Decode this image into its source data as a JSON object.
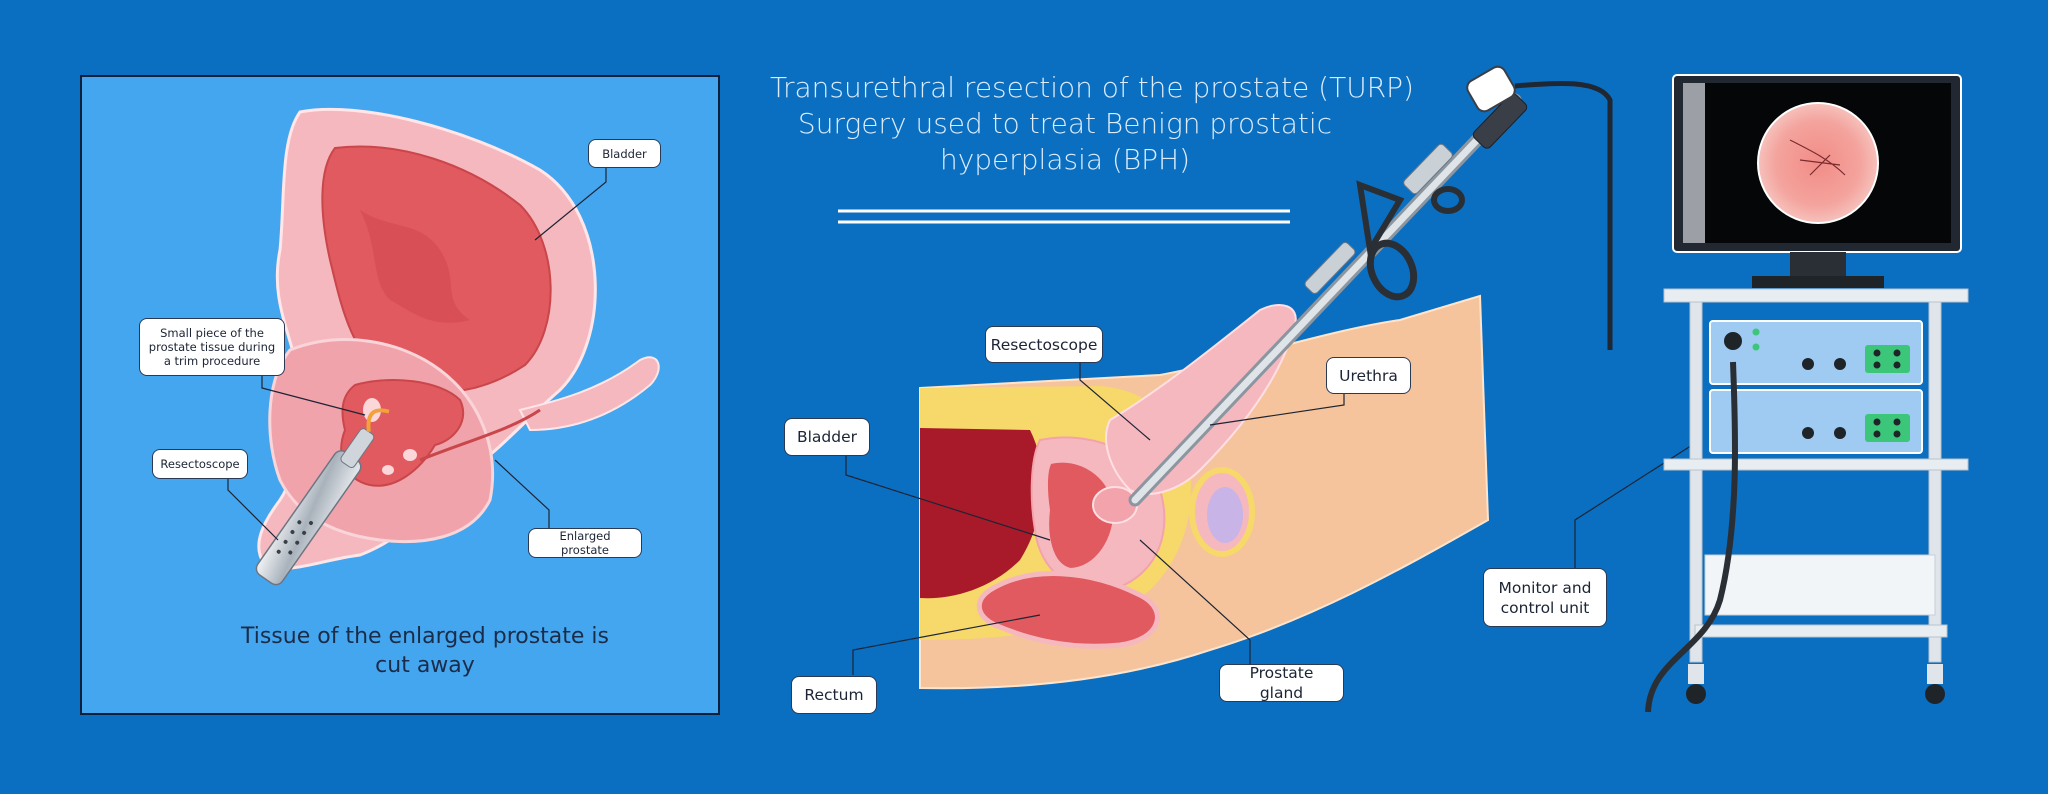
{
  "title": {
    "line1": "Transurethral resection of the prostate (TURP)",
    "line2": "Surgery used to treat Benign prostatic",
    "line3": "hyperplasia (BPH)"
  },
  "left_panel": {
    "caption_line1": "Tissue of the enlarged prostate is",
    "caption_line2": "cut away",
    "labels": {
      "bladder": "Bladder",
      "small_piece": "Small piece of the\nprostate tissue during\na trim procedure",
      "resectoscope": "Resectoscope",
      "enlarged_prostate": "Enlarged prostate"
    }
  },
  "center_panel": {
    "labels": {
      "resectoscope": "Resectoscope",
      "urethra": "Urethra",
      "bladder": "Bladder",
      "rectum": "Rectum",
      "prostate_gland": "Prostate gland"
    }
  },
  "right_panel": {
    "labels": {
      "monitor": "Monitor and\ncontrol unit"
    }
  },
  "colors": {
    "background": "#0b6fc1",
    "panel": "#45a6f0",
    "tissue_pink": "#f6b8bf",
    "tissue_red": "#e05a5f",
    "skin": "#f5c49c",
    "fat_yellow": "#f7d86a"
  }
}
